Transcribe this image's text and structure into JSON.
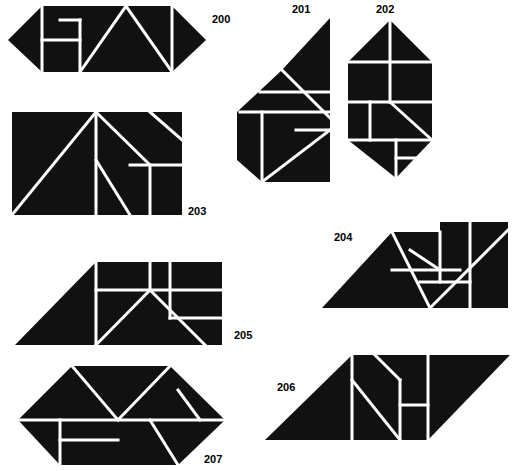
{
  "diagram": {
    "labels": [
      "200",
      "201",
      "202",
      "203",
      "204",
      "205",
      "206",
      "207"
    ]
  }
}
